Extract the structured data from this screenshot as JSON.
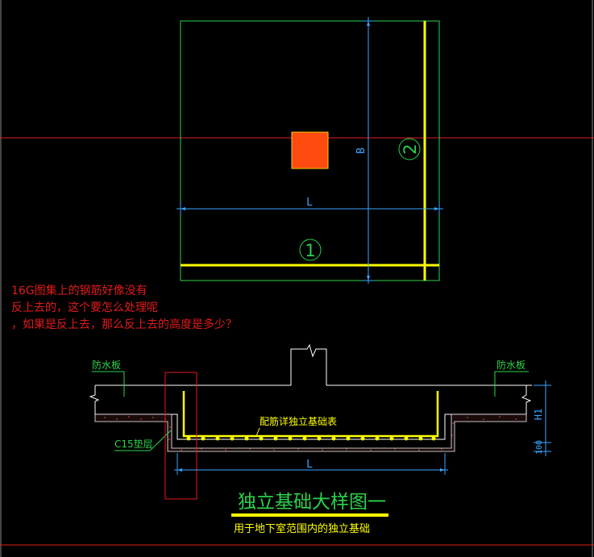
{
  "plan": {
    "dim_B": "B",
    "dim_L": "L",
    "marker_1": "1",
    "marker_2": "2"
  },
  "note": {
    "line1": "16G图集上的钢筋好像没有",
    "line2": "反上去的，这个要怎么处理呢",
    "line3": "，如果是反上去，那么反上去的高度是多少？"
  },
  "section": {
    "label_waterproof_left": "防水板",
    "label_waterproof_right": "防水板",
    "label_rebar": "配筋详独立基础表",
    "label_cushion": "C15垫层",
    "dim_L": "L",
    "dim_H1": "H1",
    "dim_100": "100",
    "title": "独立基础大样图一",
    "subtitle": "用于地下室范围内的独立基础"
  },
  "colors": {
    "background": "#000000",
    "green": "#2bd34a",
    "yellow": "#ffff00",
    "cyan": "#3aa6ff",
    "red": "#e21b1b",
    "white": "#ffffff",
    "orange": "#ff4a10"
  }
}
